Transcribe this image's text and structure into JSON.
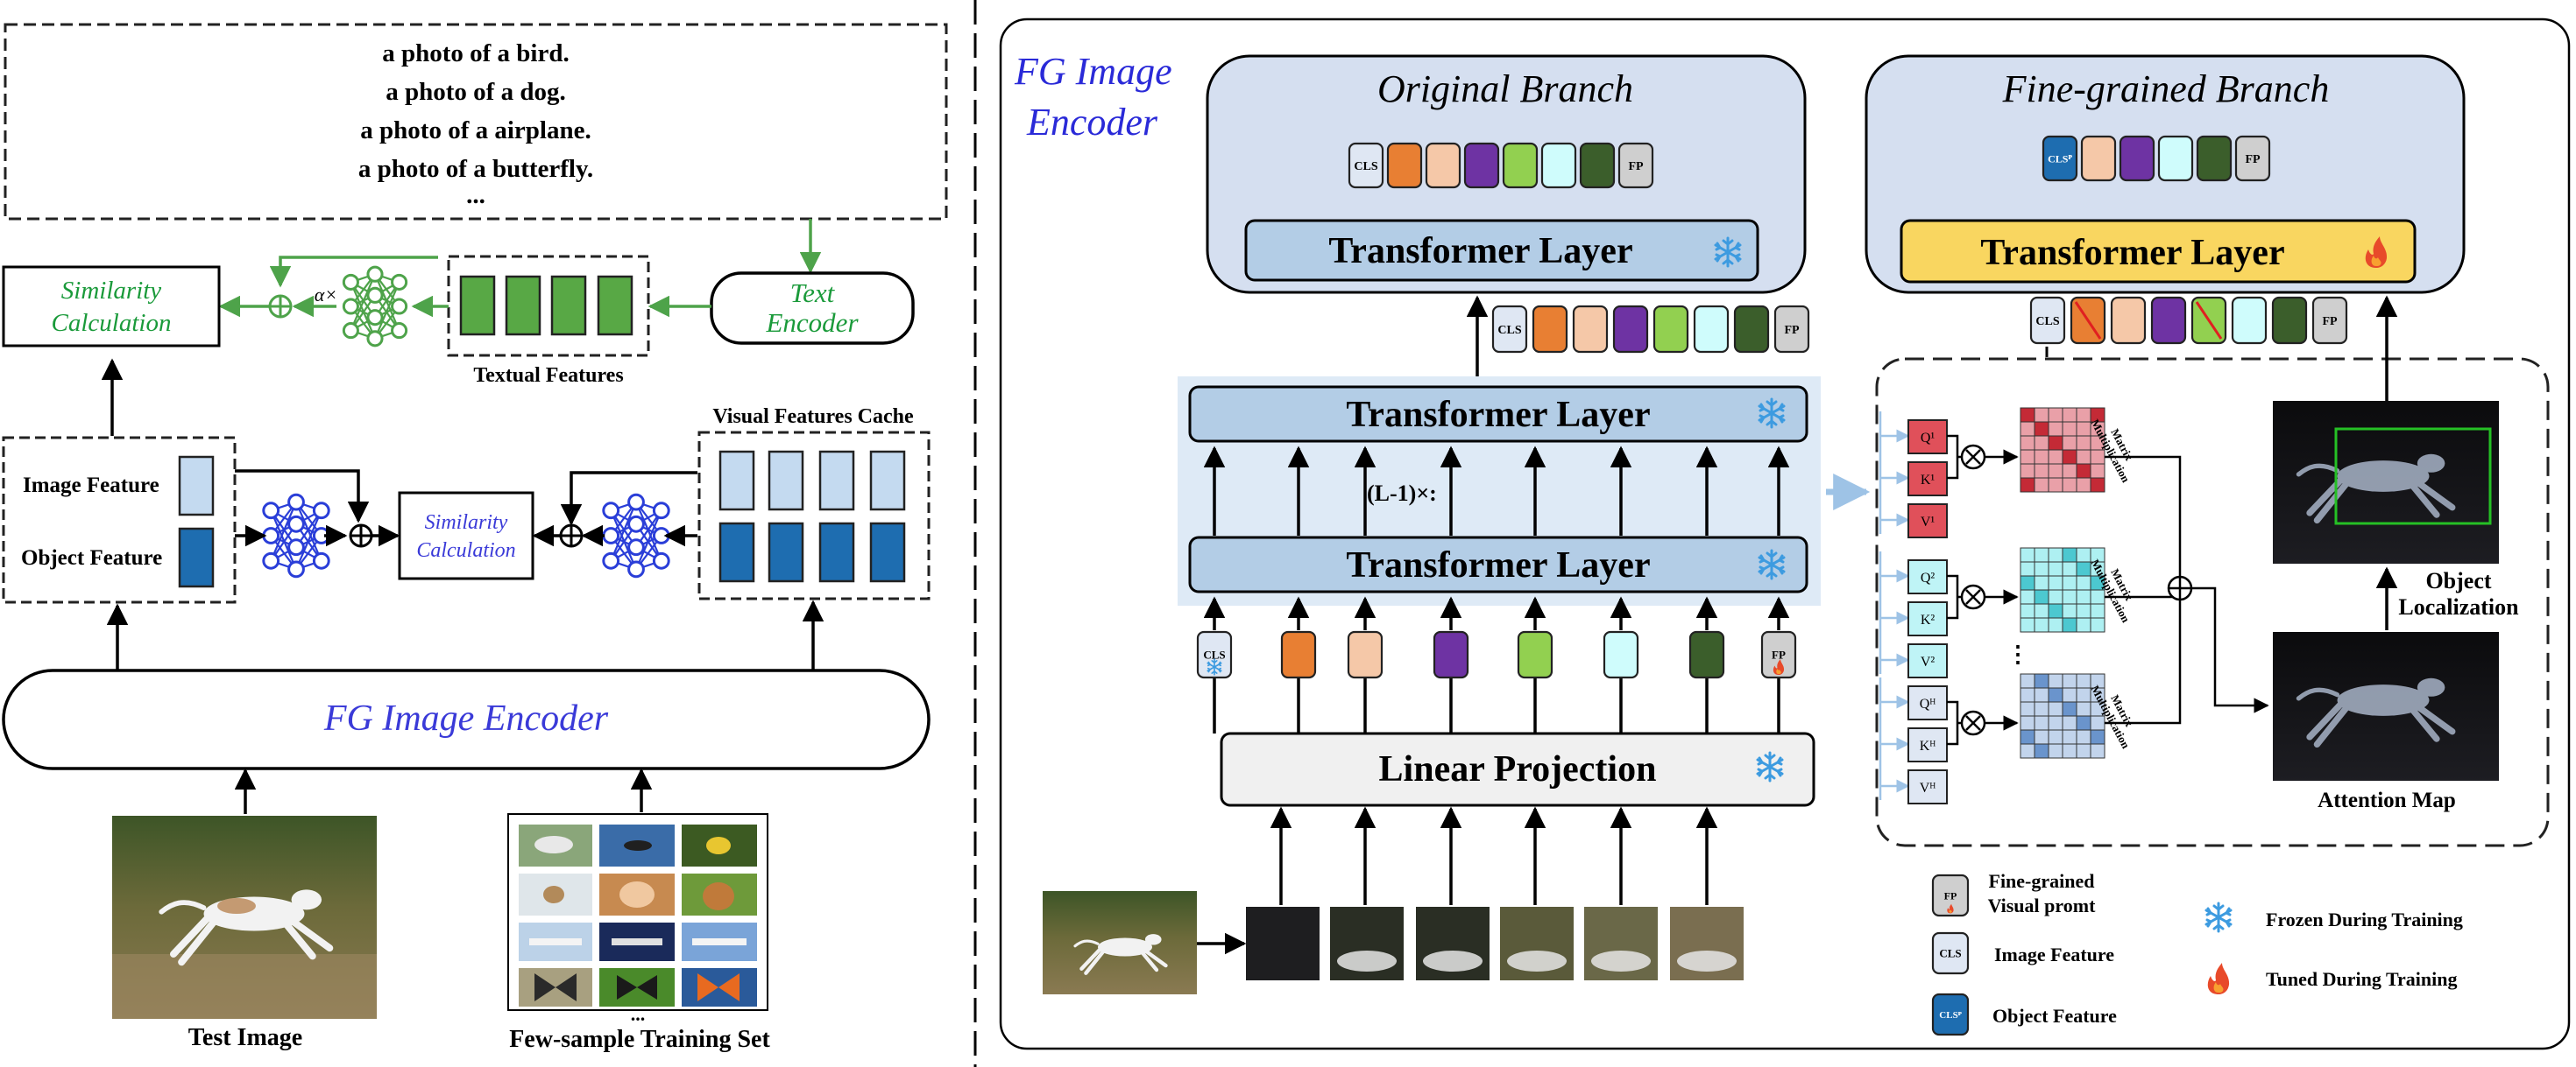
{
  "prompts": {
    "lines": [
      "a photo of a bird.",
      "a photo of a dog.",
      "a photo of a airplane.",
      "a photo of  a butterfly."
    ],
    "ellipsis": "..."
  },
  "left": {
    "similarity_top": [
      "Similarity",
      "Calculation"
    ],
    "alpha_label": "α×",
    "textual_features_label": "Textual Features",
    "text_encoder": [
      "Text",
      "Encoder"
    ],
    "image_feature_label": "Image Feature",
    "object_feature_label": "Object Feature",
    "similarity_mid": [
      "Similarity",
      "Calculation"
    ],
    "visual_cache_label": "Visual Features Cache",
    "fg_image_encoder": "FG Image Encoder",
    "test_image_label": "Test Image",
    "training_set_label": "Few-sample Training Set",
    "training_set_ellipsis": "..."
  },
  "right": {
    "title": [
      "FG Image",
      "Encoder"
    ],
    "original_branch": "Original Branch",
    "finegrained_branch": "Fine-grained Branch",
    "transformer_layer": "Transformer Layer",
    "linear_projection": "Linear Projection",
    "repeat_label": "(L-1)×:",
    "cls_token": "CLS",
    "fp_token": "FP",
    "clsp_token": "CLSᴾ",
    "q_labels": [
      "Q¹",
      "Q²",
      "Qᴴ"
    ],
    "k_labels": [
      "K¹",
      "K²",
      "Kᴴ"
    ],
    "v_labels": [
      "V¹",
      "V²",
      "Vᴴ"
    ],
    "matrix_mult": [
      "Matrix",
      "Multiplication"
    ],
    "object_localization": [
      "Object",
      "Localization"
    ],
    "attention_map": "Attention Map",
    "vdots": "⋮"
  },
  "legend": {
    "fp_desc": [
      "Fine-grained",
      "Visual promt"
    ],
    "cls_desc": "Image Feature",
    "clsp_desc": "Object Feature",
    "frozen": "Frozen During Training",
    "tuned": "Tuned During Training"
  },
  "colors": {
    "green": "#4ea34a",
    "green_text": "#1a9a3a",
    "blue_text": "#3a3ad8",
    "net_blue": "#2a3ed8",
    "light_blue_feat": "#c4daf0",
    "dark_blue_feat": "#1e6db0",
    "feat_green": "#58a845",
    "tl_blue": "#b3cde6",
    "branch_bg": "#d5dff0",
    "tl_yellow": "#f9d660",
    "proj_gray": "#f0f0f0",
    "tokens": [
      "#e87f33",
      "#f5c8a8",
      "#6e33a3",
      "#92d050",
      "#cffcfc",
      "#3b5e2b"
    ]
  }
}
